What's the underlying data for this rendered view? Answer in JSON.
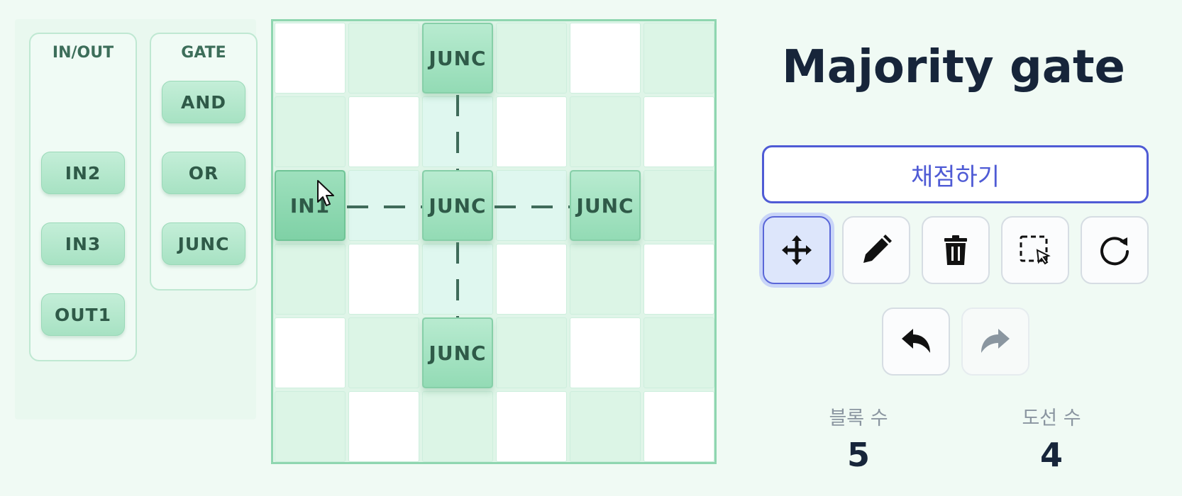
{
  "palette": {
    "inout": {
      "title": "IN/OUT",
      "items": [
        "IN2",
        "IN3",
        "OUT1"
      ]
    },
    "gate": {
      "title": "GATE",
      "items": [
        "AND",
        "OR",
        "JUNC"
      ]
    }
  },
  "board": {
    "blocks": [
      "JUNC",
      "IN1",
      "JUNC",
      "JUNC",
      "JUNC"
    ]
  },
  "panel": {
    "title": "Majority gate",
    "submit_label": "채점하기",
    "tools": [
      "move-icon",
      "pencil-icon",
      "trash-icon",
      "select-area-icon",
      "reset-icon"
    ],
    "history": [
      "undo-icon",
      "redo-icon"
    ],
    "stats": {
      "blocks_label": "블록 수",
      "blocks_value": "5",
      "wires_label": "도선 수",
      "wires_value": "4"
    }
  },
  "colors": {
    "accent": "#4f5bd5",
    "block": "#a7e2c3",
    "wire": "#3f6b5a"
  }
}
